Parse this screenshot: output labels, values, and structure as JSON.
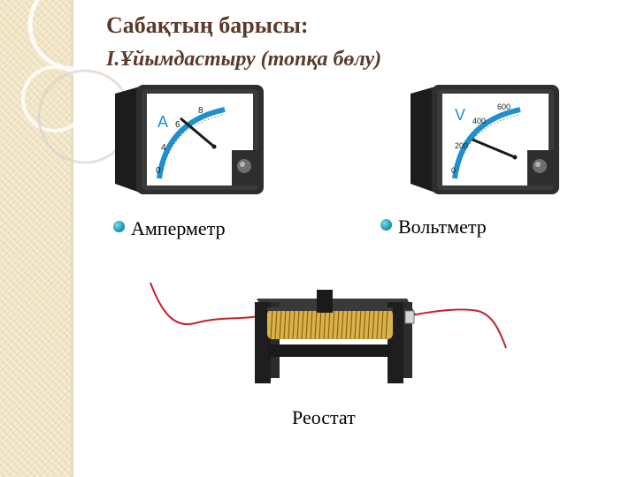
{
  "slide": {
    "title": "Сабақтың барысы:",
    "subtitle": "I.Ұйымдастыру (топқа бөлу)"
  },
  "ammeter": {
    "label": "Амперметр",
    "dial_symbol": "A",
    "scale_labels": [
      "0",
      "4",
      "6",
      "8"
    ]
  },
  "voltmeter": {
    "label": "Вольтметр",
    "dial_symbol": "V",
    "scale_labels": [
      "0",
      "200",
      "400",
      "600"
    ]
  },
  "rheostat": {
    "label": "Реостат"
  },
  "colors": {
    "title": "#5a3a2a",
    "bullet": "#1a9bb5",
    "dial_arc": "#1e8fd0",
    "meter_body": "#2b2b2b"
  },
  "icons": {
    "bullet": "circle-bullet-icon"
  }
}
